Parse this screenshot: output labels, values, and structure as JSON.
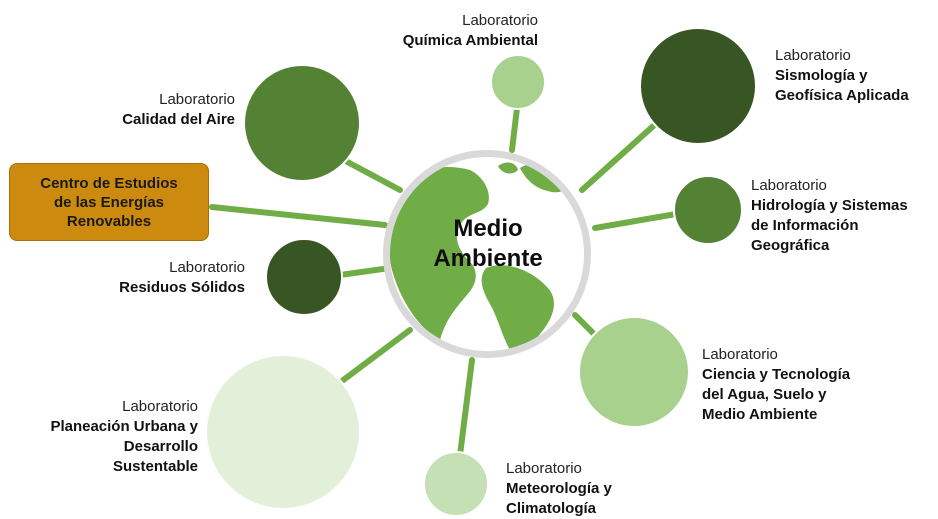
{
  "center": {
    "title": "Medio\nAmbiente"
  },
  "hub": {
    "title": "Centro de Estudios\nde las Energías\nRenovables"
  },
  "labs": [
    {
      "prefix": "Laboratorio",
      "name": "Química Ambiental",
      "color": "#a9d18e"
    },
    {
      "prefix": "Laboratorio",
      "name": "Sismología y\nGeofísica Aplicada",
      "color": "#375623"
    },
    {
      "prefix": "Laboratorio",
      "name": "Hidrología y Sistemas\nde Información\nGeográfica",
      "color": "#548235"
    },
    {
      "prefix": "Laboratorio",
      "name": "Ciencia y Tecnología\ndel Agua, Suelo y\nMedio Ambiente",
      "color": "#a9d18e"
    },
    {
      "prefix": "Laboratorio",
      "name": "Meteorología y\nClimatología",
      "color": "#c5e0b4"
    },
    {
      "prefix": "Laboratorio",
      "name": "Planeación Urbana y\nDesarrollo\nSustentable",
      "color": "#e2f0d9"
    },
    {
      "prefix": "Laboratorio",
      "name": "Residuos Sólidos",
      "color": "#375623"
    },
    {
      "prefix": "Laboratorio",
      "name": "Calidad del Aire",
      "color": "#548235"
    }
  ],
  "colors": {
    "connector": "#70ad47",
    "globe_land": "#70ad47",
    "globe_ocean": "#ffffff",
    "globe_ring": "#d9d9d9",
    "hub_fill": "#cc8b0e"
  }
}
